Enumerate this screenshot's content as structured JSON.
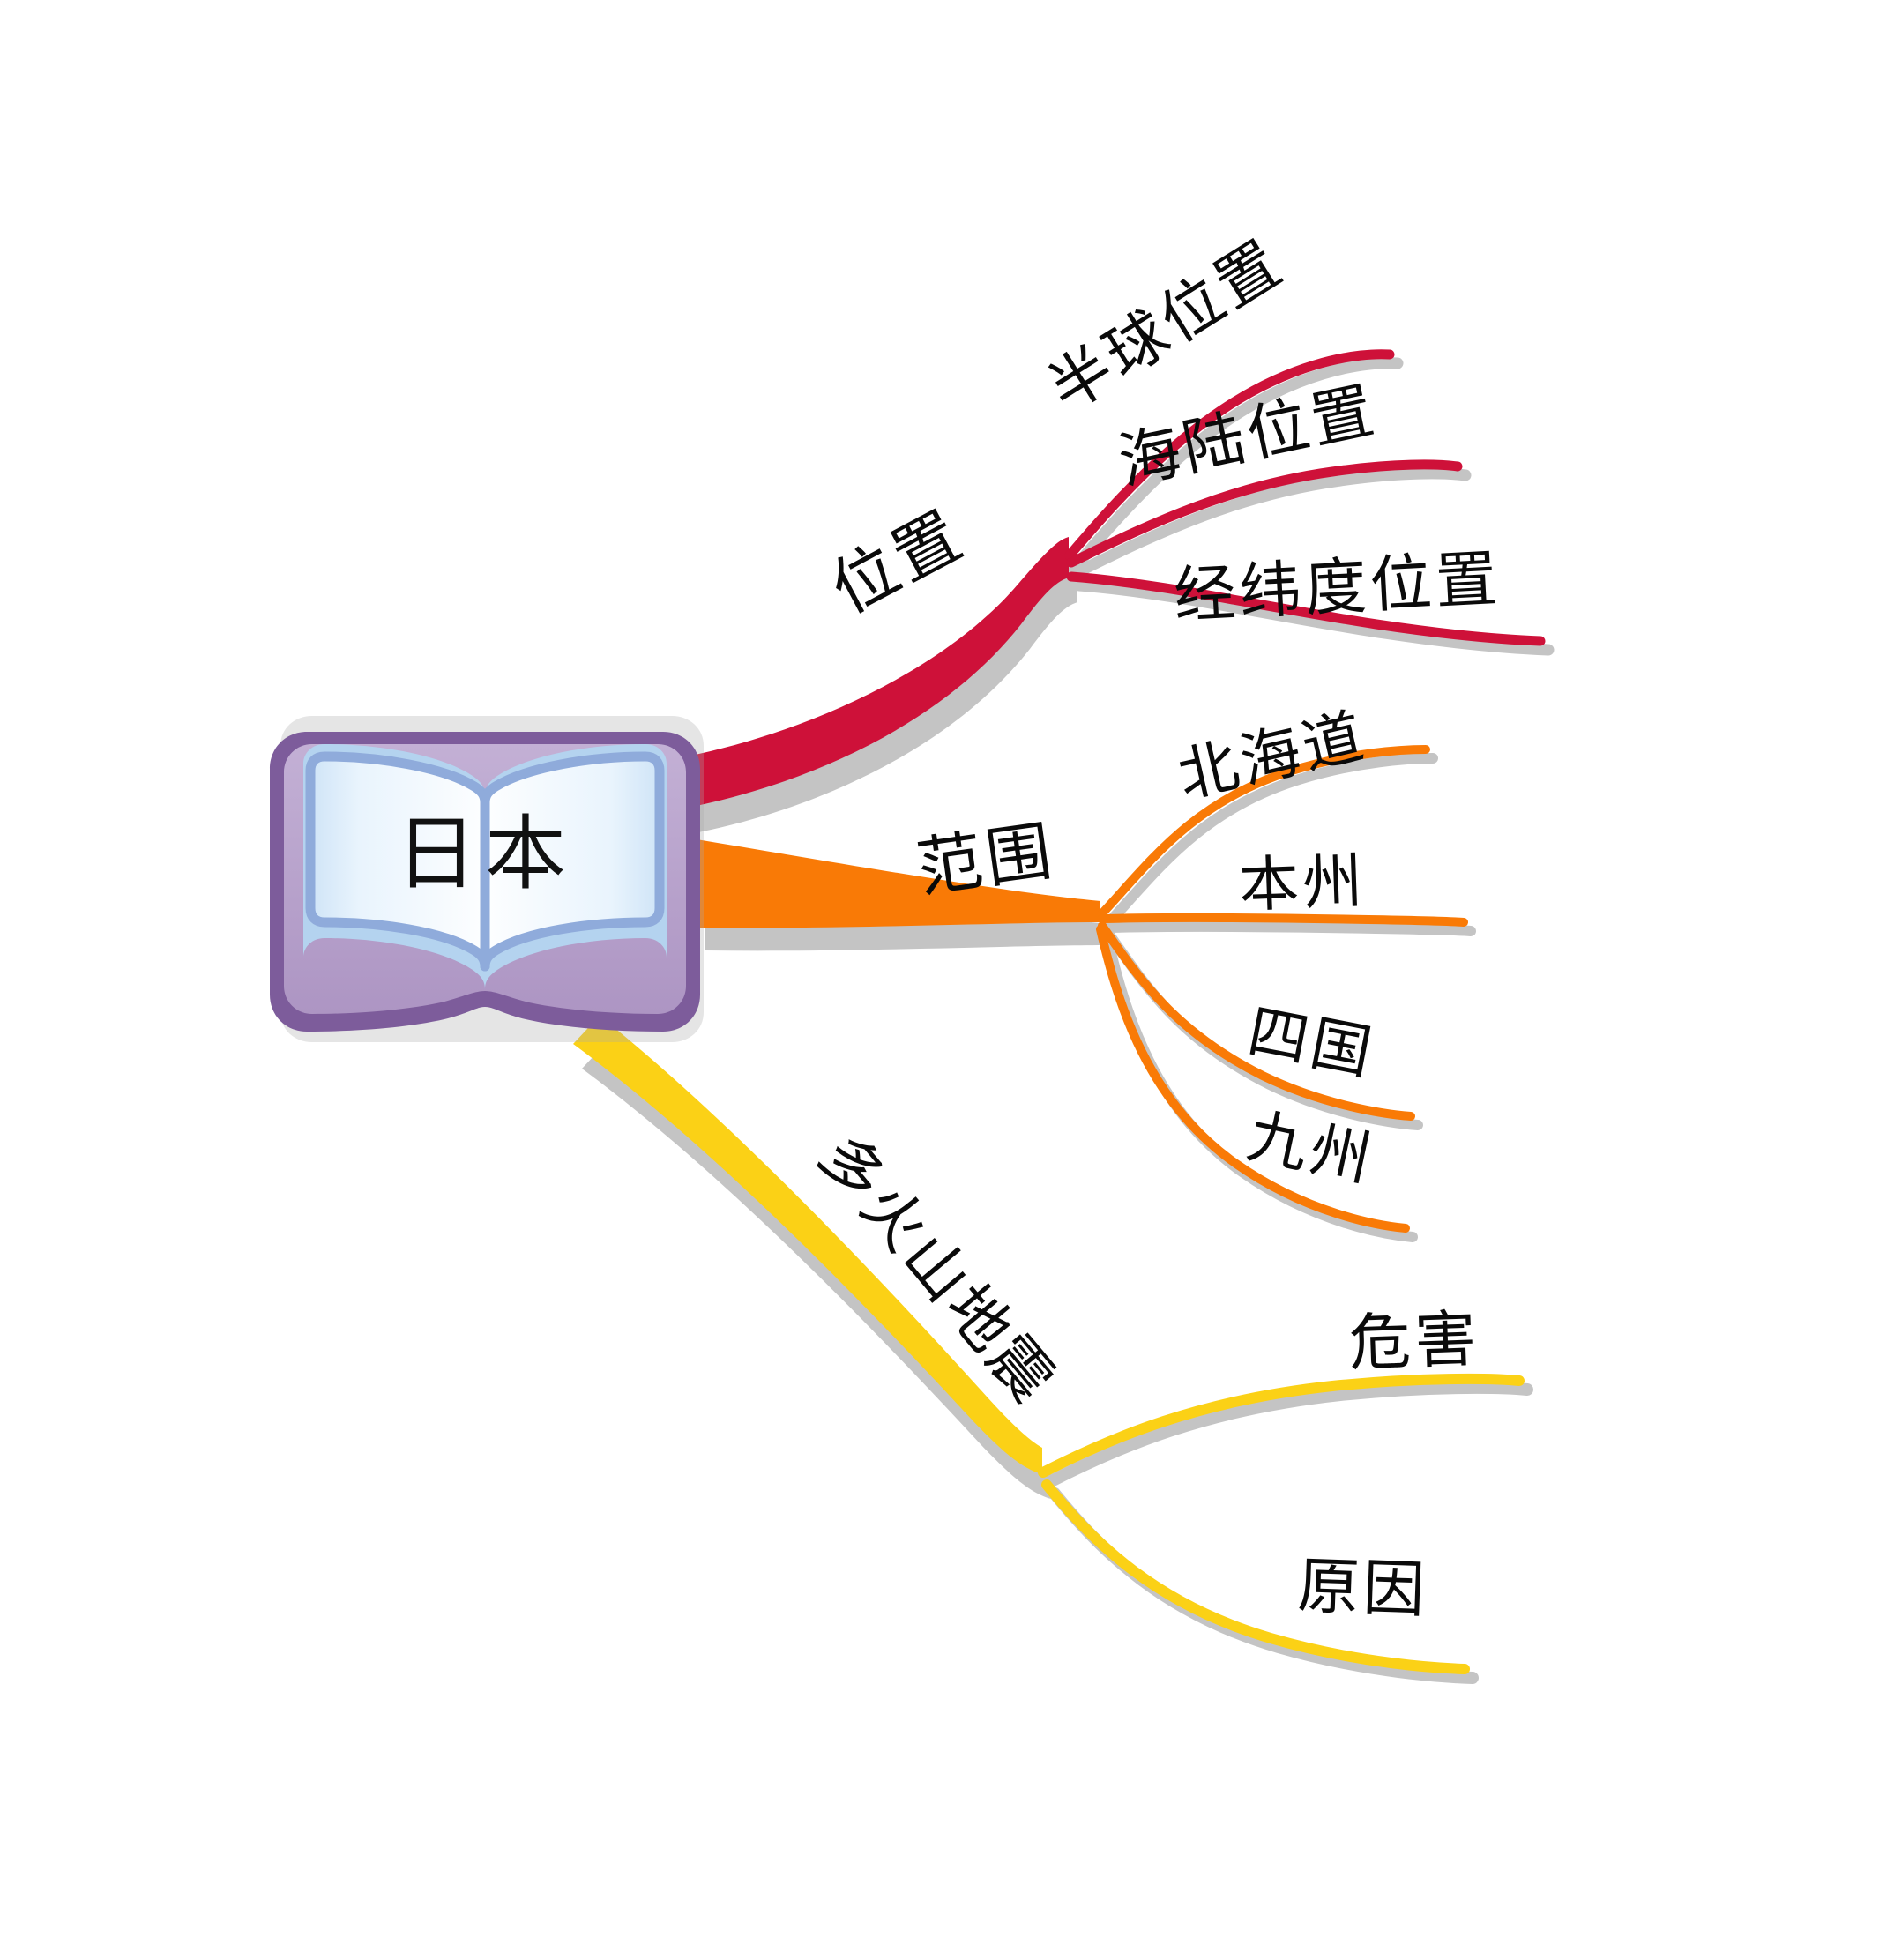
{
  "document": {
    "type": "mind-map",
    "background_color": "#ffffff",
    "title": "日本"
  },
  "central_node": {
    "label": "日本",
    "icon": "open-book-icon",
    "border_color": "#7d5c9b",
    "inner_border_color": "#b8a0c8",
    "page_edge_color": "#8fabdb",
    "page_fill_color": "#f4f9fe",
    "page_shade_color": "#bcd8f2"
  },
  "palette": {
    "crimson": "#ce1139",
    "orange": "#f97a06",
    "yellow": "#fbd116",
    "shadow": "#c4c4c4",
    "text": "#0a0a0a"
  },
  "branches": [
    {
      "id": "location",
      "label": "位置",
      "color": "#ce1139",
      "children": [
        {
          "label": "半球位置"
        },
        {
          "label": "海陆位置"
        },
        {
          "label": "经纬度位置"
        }
      ]
    },
    {
      "id": "extent",
      "label": "范围",
      "color": "#f97a06",
      "children": [
        {
          "label": "北海道"
        },
        {
          "label": "本州"
        },
        {
          "label": "四国"
        },
        {
          "label": "九州"
        }
      ]
    },
    {
      "id": "volcanoes-earthquakes",
      "label": "多火山地震",
      "color": "#fbd116",
      "children": [
        {
          "label": "危害"
        },
        {
          "label": "原因"
        }
      ]
    }
  ]
}
